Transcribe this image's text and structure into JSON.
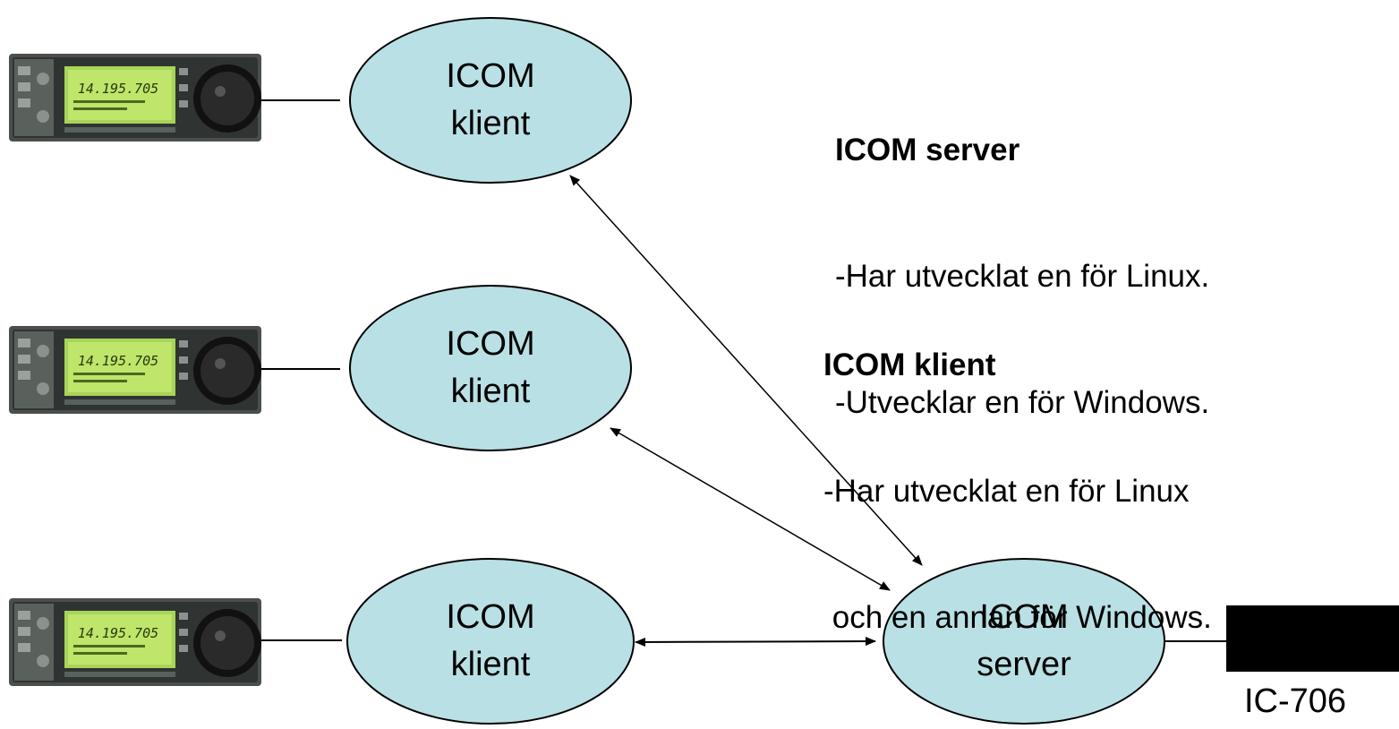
{
  "colors": {
    "node_fill": "#B9E0E4",
    "line": "#000000",
    "device_box": "#000000"
  },
  "nodes": {
    "client1": {
      "line1": "ICOM",
      "line2": "klient"
    },
    "client2": {
      "line1": "ICOM",
      "line2": "klient"
    },
    "client3": {
      "line1": "ICOM",
      "line2": "klient"
    },
    "server": {
      "line1": "ICOM",
      "line2": "server"
    }
  },
  "notes": {
    "server": {
      "heading": "ICOM server",
      "lines": [
        "-Har utvecklat en för Linux.",
        "-Utvecklar en för Windows."
      ]
    },
    "client": {
      "heading": "ICOM klient",
      "lines": [
        "-Har utvecklat en för Linux",
        " och en annan för Windows."
      ]
    }
  },
  "device": {
    "label": "IC-706"
  },
  "radio_display": {
    "freq": "14.195.705",
    "icon": "radio-transceiver-icon"
  }
}
